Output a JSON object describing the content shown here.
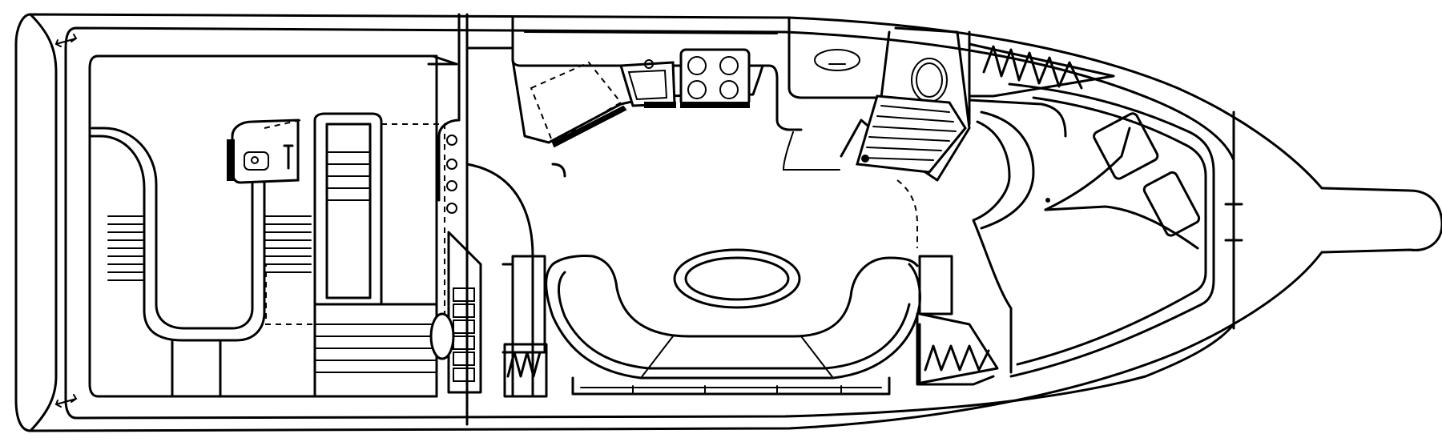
{
  "diagram": {
    "type": "boat-deck-plan",
    "view": "top",
    "labels": [],
    "colors": {
      "line": "#000000",
      "background": "#ffffff"
    },
    "elements": [
      "hull",
      "cockpit",
      "transom-arrow",
      "helm-seat",
      "wet-bar",
      "companionway-steps",
      "galley-counter",
      "sink",
      "stove",
      "head-compartment",
      "dinette",
      "dinette-table",
      "forward-berth",
      "spring-bulkhead"
    ]
  }
}
